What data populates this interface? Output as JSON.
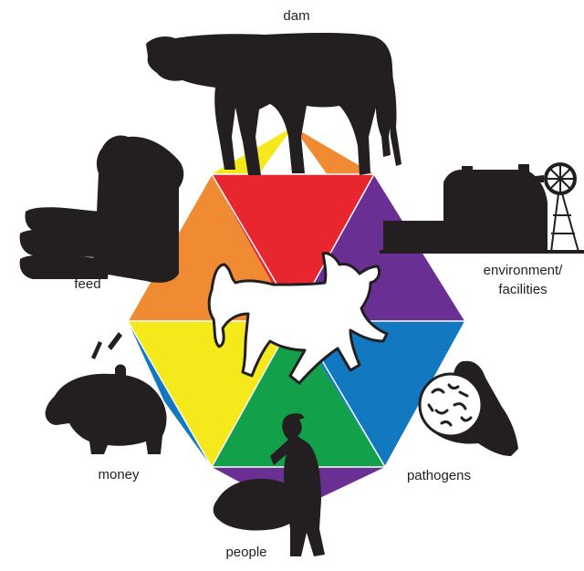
{
  "labels": {
    "dam": "dam",
    "feed": "feed",
    "environment_line1": "environment/",
    "environment_line2": "facilities",
    "money": "money",
    "pathogens": "pathogens",
    "people": "people"
  },
  "colors": {
    "red": "#e8262f",
    "orange": "#f08a33",
    "yellow": "#f5e81b",
    "green": "#13a04a",
    "blue": "#1279c1",
    "purple": "#6a2f92",
    "silhouette": "#231f20",
    "calf": "#ffffff"
  },
  "icons": [
    "cow-icon",
    "feed-bags-icon",
    "barn-icon",
    "windmill-icon",
    "piggy-bank-icon",
    "petri-dish-icon",
    "farmer-icon",
    "calf-icon"
  ]
}
